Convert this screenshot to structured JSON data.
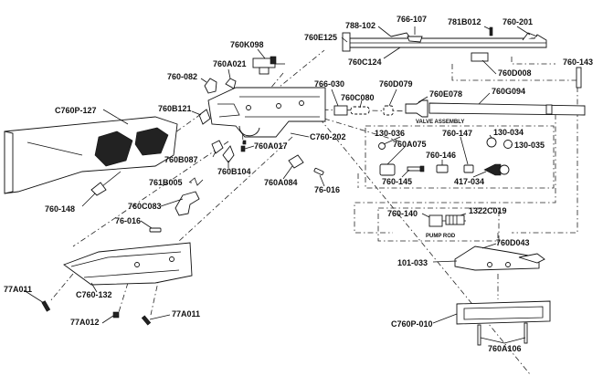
{
  "labels": {
    "p788_102": "788-102",
    "p766_107": "766-107",
    "p781B012": "781B012",
    "p760_201": "760-201",
    "p760E125": "760E125",
    "p760K098": "760K098",
    "p760C124": "760C124",
    "p760D008": "760D008",
    "p760_143": "760-143",
    "p760A021": "760A021",
    "p760_082": "760-082",
    "p766_030": "766-030",
    "p760D079": "760D079",
    "p760E078": "760E078",
    "p760G094": "760G094",
    "p760C080": "760C080",
    "pC760P_127": "C760P-127",
    "p760B121": "760B121",
    "p760A017": "760A017",
    "pC760_202": "C760-202",
    "p130_036": "130-036",
    "p760A075": "760A075",
    "p760_147": "760-147",
    "p130_034": "130-034",
    "p130_035": "130-035",
    "p760_146": "760-146",
    "p760B087": "760B087",
    "p760B104": "760B104",
    "p761B005": "761B005",
    "p760A084": "760A084",
    "p76_016a": "76-016",
    "p760_145": "760-145",
    "p417_034": "417-034",
    "p760_148": "760-148",
    "p760C083": "760C083",
    "p76_016b": "76-016",
    "p760_140": "760-140",
    "p1322C019": "1322C019",
    "p760D043": "760D043",
    "p101_033": "101-033",
    "p77A011a": "77A011",
    "pC760_132": "C760-132",
    "p77A012": "77A012",
    "p77A011b": "77A011",
    "pC760P_010": "C760P-010",
    "p760A106": "760A106"
  },
  "captions": {
    "valve_assembly": "VALVE ASSEMBLY",
    "pump_rod": "PUMP ROD"
  }
}
